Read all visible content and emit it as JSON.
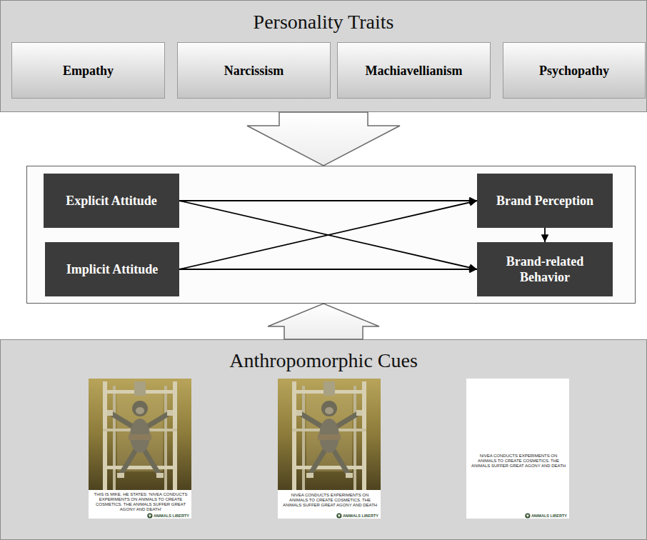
{
  "diagram": {
    "nodes": [
      {
        "text": [
          "Personality Traits"
        ]
      },
      {
        "text": [
          "Empathy"
        ],
        "in": 0
      },
      {
        "text": [
          "Narcissism"
        ],
        "in": 0
      },
      {
        "text": [
          "Machiavellianism"
        ],
        "in": 0
      },
      {
        "text": [
          "Psychopathy"
        ],
        "in": 0
      },
      {
        "text": []
      },
      {
        "text": [
          "Explicit Attitude"
        ],
        "in": 5
      },
      {
        "text": [
          "Brand Perception"
        ],
        "in": 5
      },
      {
        "text": [
          "Implicit Attitude"
        ],
        "in": 5
      },
      {
        "text": [
          "Brand-related Behavior"
        ],
        "in": 5
      },
      {
        "text": [
          "Anthropomorphic Cues"
        ]
      },
      {
        "text": [
          "THIS IS MIKE, HE STATES: 'NIVEA CONDUCTS EXPERIMENTS ON ANIMALS TO CREATE COSMETICS. THE ANIMALS SUFFER GREAT AGONY AND DEATH'",
          "ANIMALS LIBERTY"
        ],
        "in": 10
      },
      {
        "text": [
          "NIVEA CONDUCTS EXPERIMENTS ON ANIMALS TO CREATE COSMETICS. THE ANIMALS SUFFER GREAT AGONY AND DEATH",
          "ANIMALS LIBERTY"
        ],
        "in": 10
      },
      {
        "text": [
          "NIVEA CONDUCTS EXPERIMENTS ON ANIMALS TO CREATE COSMETICS. THE ANIMALS SUFFER GREAT AGONY AND DEATH",
          "ANIMALS LIBERTY"
        ],
        "in": 10
      }
    ],
    "edges": [
      {
        "from": 6,
        "to": 7,
        "arrow": "to"
      },
      {
        "from": 6,
        "to": 9,
        "arrow": "to"
      },
      {
        "from": 8,
        "to": 7,
        "arrow": "to"
      },
      {
        "from": 8,
        "to": 9,
        "arrow": "to"
      },
      {
        "from": 7,
        "to": 9,
        "arrow": "to"
      },
      {
        "from": 0,
        "to": 5,
        "arrow": "to"
      },
      {
        "from": 10,
        "to": 5,
        "arrow": "to"
      }
    ]
  }
}
